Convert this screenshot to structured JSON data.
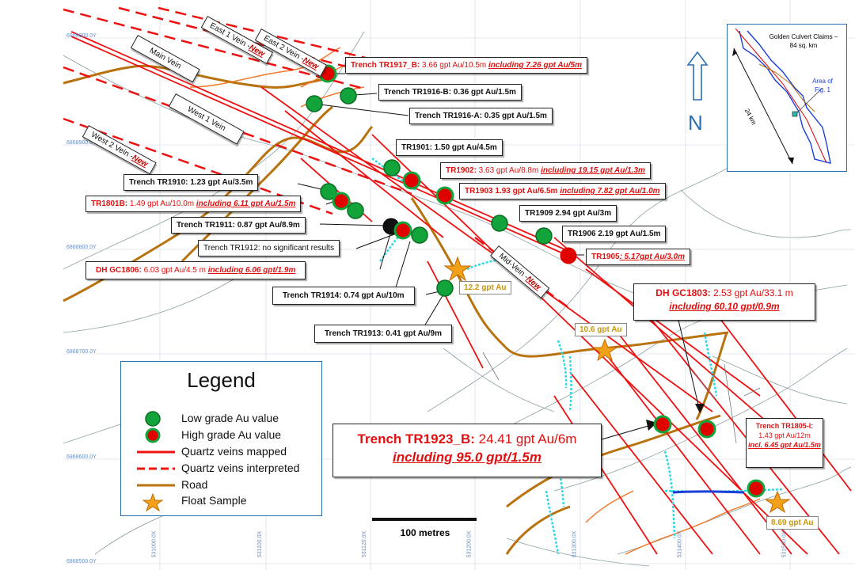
{
  "vein_labels": {
    "east2": "East 2 Vein -",
    "east1": "East 1 Vein -",
    "main": "Main Vein",
    "west1": "West 1 Vein",
    "west2": "West 2 Vein -",
    "mid": "Mid-Vein -",
    "new": "New"
  },
  "labels": {
    "tr1917b_a": "Trench TR1917_B:",
    "tr1917b_b": " 3.66 gpt Au/10.5m ",
    "tr1917b_c": "including 7.26 gpt Au/5m",
    "tr1916b": "Trench TR1916-B: 0.36 gpt Au/1.5m",
    "tr1916a": "Trench TR1916-A: 0.35 gpt Au/1.5m",
    "tr1901": "TR1901: 1.50 gpt Au/4.5m",
    "tr1902_a": "TR1902:",
    "tr1902_b": " 3.63 gpt Au/8.8m ",
    "tr1902_c": "including 19.15 gpt Au/1.3m",
    "tr1903_a": "TR1903",
    "tr1903_b": " 1.93 gpt Au/6.5m ",
    "tr1903_c": "including 7.82 gpt Au/1.0m",
    "tr1910": "Trench TR1910: 1.23 gpt Au/3.5m",
    "tr1801b_a": "TR1801B:",
    "tr1801b_b": " 1.49 gpt Au/10.0m ",
    "tr1801b_c": "including 6.11 gpt Au/1.5m",
    "tr1909": "TR1909 2.94 gpt Au/3m",
    "tr1911": "Trench TR1911: 0.87 gpt Au/8.9m",
    "tr1906": "TR1906 2.19 gpt Au/1.5m",
    "tr1912": "Trench TR1912: no significant results",
    "tr1905_a": "TR1905",
    "tr1905_b": ": 5.17gpt Au/3.0m",
    "dh1806_a": "DH GC1806:",
    "dh1806_b": " 6.03 gpt Au/4.5 m ",
    "dh1806_c": "including 6.06 gpt/1.9m",
    "tr1914": "Trench TR1914: 0.74 gpt Au/10m",
    "tr1913": "Trench TR1913: 0.41 gpt Au/9m",
    "dh1803_a": "DH GC1803:",
    "dh1803_b": " 2.53 gpt Au/33.1 m",
    "dh1803_c": "including 60.10 gpt/0.9m",
    "tr1923b_a": "Trench TR1923_B:",
    "tr1923b_b": " 24.41 gpt Au/6m",
    "tr1923b_c": "including 95.0 gpt/1.5m",
    "tr1805_a": "Trench TR1805-I:",
    "tr1805_b": "1.43 gpt Au/12m",
    "tr1805_c": "incl. 6.45 gpt Au/1.5m"
  },
  "float_samples": {
    "f1": "12.2 gpt Au",
    "f2": "10.6 gpt Au",
    "f3": "8.69 gpt Au"
  },
  "legend": {
    "title": "Legend",
    "low": "Low grade Au value",
    "high": "High grade Au value",
    "mapped": "Quartz veins mapped",
    "interpreted": "Quartz veins interpreted",
    "road": "Road",
    "float": "Float Sample"
  },
  "inset": {
    "title": "Golden Culvert Claims – 84 sq. km",
    "area": "Area of Fig. 1",
    "length": "24 km"
  },
  "north": "N",
  "scale": "100 metres",
  "grid": {
    "n1": "6869000.0Y",
    "n2": "6868900.0Y",
    "n3": "6868800.0Y",
    "n4": "6868700.0Y",
    "n5": "6868600.0Y",
    "n6": "6868500.0Y",
    "e1": "531000.0X",
    "e2": "531100.0X",
    "e3": "531120.0X",
    "e4": "531200.0X",
    "e5": "531300.0X",
    "e6": "531400.0X",
    "e7": "531500.0X"
  },
  "colors": {
    "high_grade": "#e00000",
    "low_grade": "#12a33a",
    "vein": "#ee1111",
    "road": "#b8720e",
    "star": "#f2a21a",
    "text_red": "#e01010",
    "float_text": "#c9960a"
  }
}
